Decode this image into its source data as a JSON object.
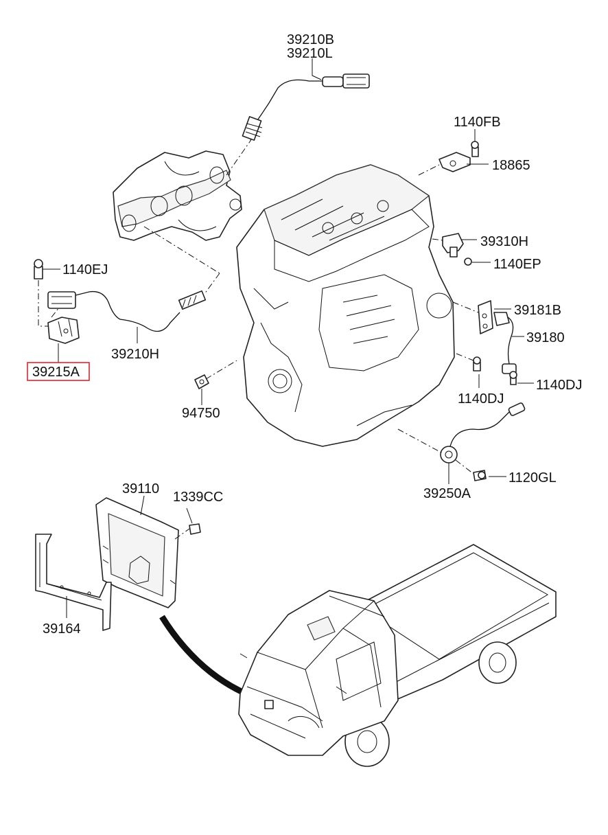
{
  "callouts": {
    "c39210B": "39210B",
    "c39210L": "39210L",
    "c1140FB": "1140FB",
    "c18865": "18865",
    "c39310H": "39310H",
    "c1140EP": "1140EP",
    "c1140EJ": "1140EJ",
    "c39181B": "39181B",
    "c39180": "39180",
    "c39210H": "39210H",
    "c39215A": "39215A",
    "c1140DJ_right": "1140DJ",
    "c1140DJ_left": "1140DJ",
    "c94750": "94750",
    "c1120GL": "1120GL",
    "c39250A": "39250A",
    "c39110": "39110",
    "c1339CC": "1339CC",
    "c39164": "39164"
  },
  "highlight": {
    "callout": "39215A",
    "color": "#e0232f"
  }
}
